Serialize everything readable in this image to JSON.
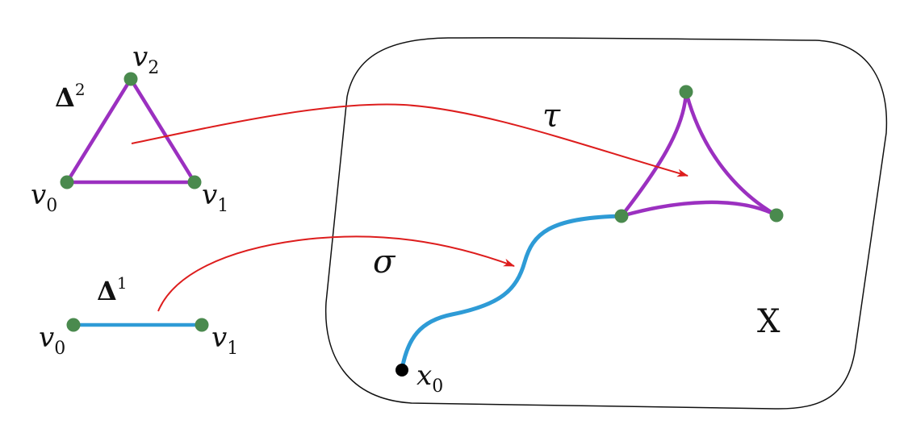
{
  "simplex2": {
    "name": "Δ",
    "name_sup": "2",
    "vertices": [
      {
        "name": "v",
        "sub": "0"
      },
      {
        "name": "v",
        "sub": "1"
      },
      {
        "name": "v",
        "sub": "2"
      }
    ]
  },
  "simplex1": {
    "name": "Δ",
    "name_sup": "1",
    "vertices": [
      {
        "name": "v",
        "sub": "0"
      },
      {
        "name": "v",
        "sub": "1"
      }
    ]
  },
  "space": {
    "label": "X",
    "basepoint": {
      "name": "x",
      "sub": "0"
    }
  },
  "maps": {
    "tau": "τ",
    "sigma": "σ"
  },
  "colors": {
    "purple": "#9b30c0",
    "blue": "#2e9bd6",
    "green": "#4a8a4e",
    "red": "#dd1d1d",
    "outline": "#111111",
    "basepoint": "#000000"
  }
}
